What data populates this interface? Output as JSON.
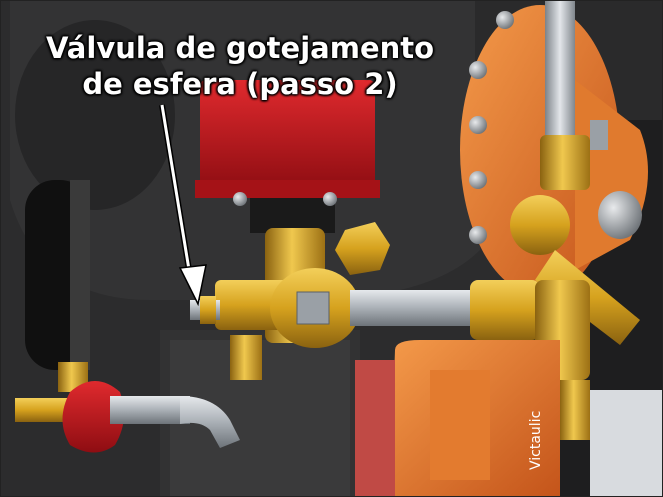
{
  "callout": {
    "line1": "Válvula de gotejamento",
    "line2": "de esfera (passo 2)"
  },
  "brand_text": "Victaulic",
  "colors": {
    "background_body": "#2b2b2b",
    "brass": "#d6a21e",
    "orange": "#e8792a",
    "red_cap": "#c4161c",
    "steel": "#b9bec4",
    "callout_text": "#ffffff"
  }
}
